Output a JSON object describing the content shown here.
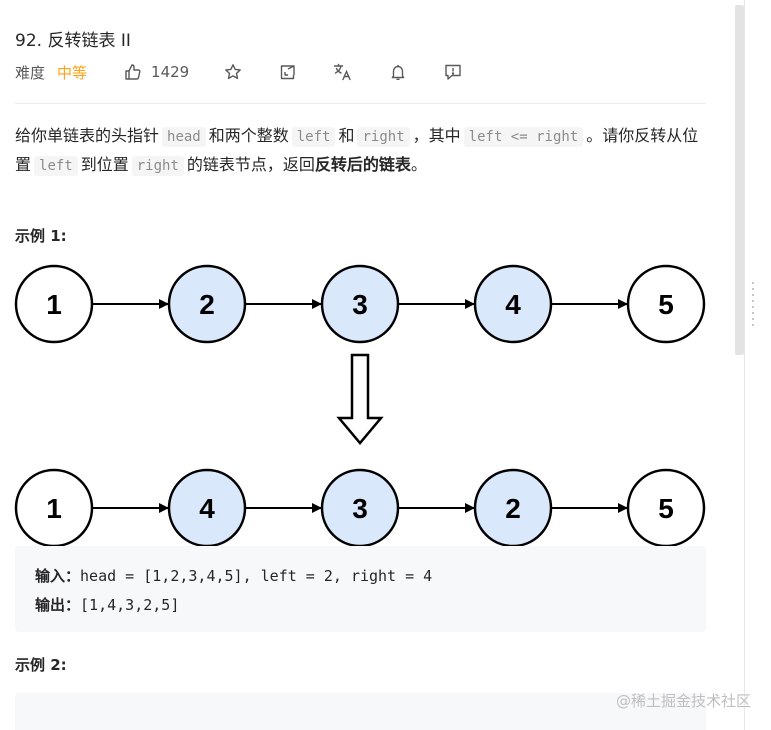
{
  "problem": {
    "title": "92. 反转链表 II",
    "difficulty_label": "难度",
    "difficulty_value": "中等",
    "difficulty_color": "#ffa116",
    "like_count": "1429",
    "icons": [
      "thumbs-up-icon",
      "star-icon",
      "share-icon",
      "translate-icon",
      "bell-icon",
      "feedback-icon"
    ]
  },
  "description": {
    "p1": "给你单链表的头指针",
    "code_head": "head",
    "p2": "和两个整数",
    "code_left": "left",
    "p3": "和",
    "code_right": "right",
    "p4": "，其中",
    "code_cond": "left <= right",
    "p5": "。请你反转从位置",
    "code_left2": "left",
    "p6": "到位置",
    "code_right2": "right",
    "p7": "的链表节点，返回",
    "bold": "反转后的链表",
    "p8": "。"
  },
  "example1": {
    "title": "示例 1:",
    "before_nodes": [
      "1",
      "2",
      "3",
      "4",
      "5"
    ],
    "after_nodes": [
      "1",
      "4",
      "3",
      "2",
      "5"
    ],
    "highlight_fill": "#dae8fc",
    "input_label": "输入：",
    "input_value": "head = [1,2,3,4,5], left = 2, right = 4",
    "output_label": "输出：",
    "output_value": "[1,4,3,2,5]"
  },
  "example2": {
    "title": "示例 2:"
  },
  "watermark": "@稀土掘金技术社区"
}
